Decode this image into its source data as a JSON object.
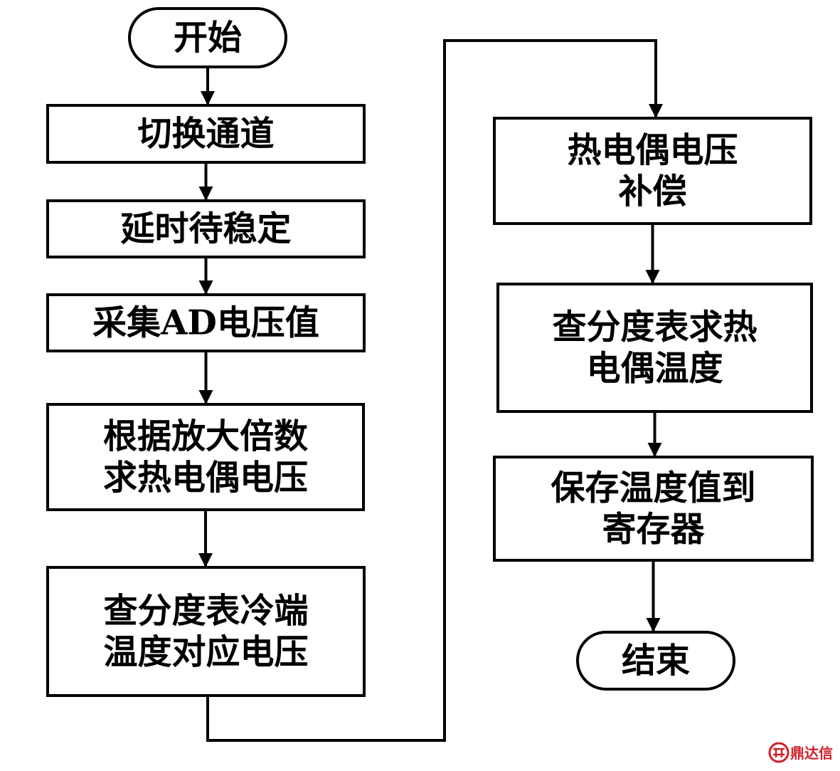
{
  "flowchart": {
    "nodes": [
      {
        "id": "start",
        "shape": "terminal",
        "lines": [
          "开始"
        ]
      },
      {
        "id": "switch-channel",
        "shape": "process",
        "lines": [
          "切换通道"
        ]
      },
      {
        "id": "delay-stable",
        "shape": "process",
        "lines": [
          "延时待稳定"
        ]
      },
      {
        "id": "sample-ad",
        "shape": "process",
        "lines": [
          "采集AD电压值"
        ]
      },
      {
        "id": "calc-tc-voltage",
        "shape": "process",
        "lines": [
          "根据放大倍数",
          "求热电偶电压"
        ]
      },
      {
        "id": "cold-junction",
        "shape": "process",
        "lines": [
          "查分度表冷端",
          "温度对应电压"
        ]
      },
      {
        "id": "tc-compensate",
        "shape": "process",
        "lines": [
          "热电偶电压",
          "补偿"
        ]
      },
      {
        "id": "tc-temperature",
        "shape": "process",
        "lines": [
          "查分度表求热",
          "电偶温度"
        ]
      },
      {
        "id": "save-register",
        "shape": "process",
        "lines": [
          "保存温度值到",
          "寄存器"
        ]
      },
      {
        "id": "end",
        "shape": "terminal",
        "lines": [
          "结束"
        ]
      }
    ],
    "edges": [
      {
        "from": "start",
        "to": "switch-channel"
      },
      {
        "from": "switch-channel",
        "to": "delay-stable"
      },
      {
        "from": "delay-stable",
        "to": "sample-ad"
      },
      {
        "from": "sample-ad",
        "to": "calc-tc-voltage"
      },
      {
        "from": "calc-tc-voltage",
        "to": "cold-junction"
      },
      {
        "from": "cold-junction",
        "to": "tc-compensate"
      },
      {
        "from": "tc-compensate",
        "to": "tc-temperature"
      },
      {
        "from": "tc-temperature",
        "to": "save-register"
      },
      {
        "from": "save-register",
        "to": "end"
      }
    ]
  },
  "watermark": {
    "text": "鼎达信",
    "color": "#d0202a"
  }
}
